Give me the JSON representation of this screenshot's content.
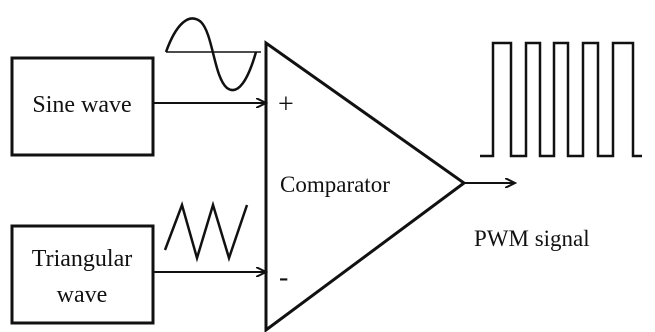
{
  "diagram": {
    "sine_block_label": "Sine wave",
    "triangular_block_label_line1": "Triangular",
    "triangular_block_label_line2": "wave",
    "plus_sign": "+",
    "minus_sign": "-",
    "comparator_label": "Comparator",
    "output_label": "PWM signal"
  },
  "colors": {
    "stroke": "#111111",
    "background": "#ffffff"
  }
}
